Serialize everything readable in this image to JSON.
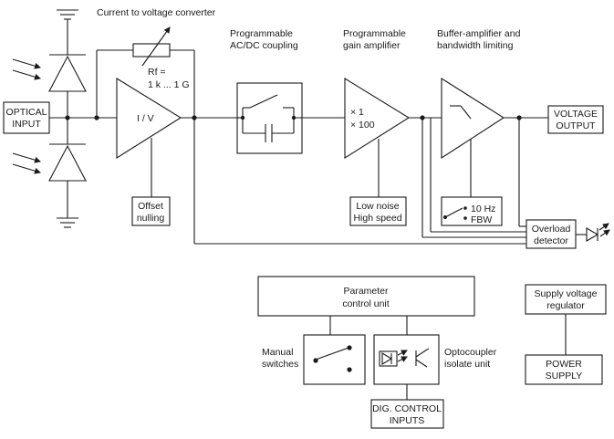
{
  "labels": {
    "converter_title": "Current to voltage converter",
    "rf_line1": "Rf =",
    "rf_line2": "1 k ... 1 G",
    "optical_input_line1": "OPTICAL",
    "optical_input_line2": "INPUT",
    "iv": "I / V",
    "offset_line1": "Offset",
    "offset_line2": "nulling",
    "coupling_title_line1": "Programmable",
    "coupling_title_line2": "AC/DC coupling",
    "gain_title_line1": "Programmable",
    "gain_title_line2": "gain amplifier",
    "gain_x1": "× 1",
    "gain_x100": "× 100",
    "noise_line1": "Low noise",
    "noise_line2": "High speed",
    "buffer_title_line1": "Buffer-amplifier and",
    "buffer_title_line2": "bandwidth limiting",
    "bw_10hz": "10 Hz",
    "bw_fbw": "FBW",
    "voltage_output_line1": "VOLTAGE",
    "voltage_output_line2": "OUTPUT",
    "overload_line1": "Overload",
    "overload_line2": "detector",
    "parameter_line1": "Parameter",
    "parameter_line2": "control unit",
    "manual_line1": "Manual",
    "manual_line2": "switches",
    "opto_line1": "Optocoupler",
    "opto_line2": "isolate unit",
    "dig_line1": "DIG. CONTROL",
    "dig_line2": "INPUTS",
    "supply_line1": "Supply voltage",
    "supply_line2": "regulator",
    "power_line1": "POWER",
    "power_line2": "SUPPLY"
  }
}
